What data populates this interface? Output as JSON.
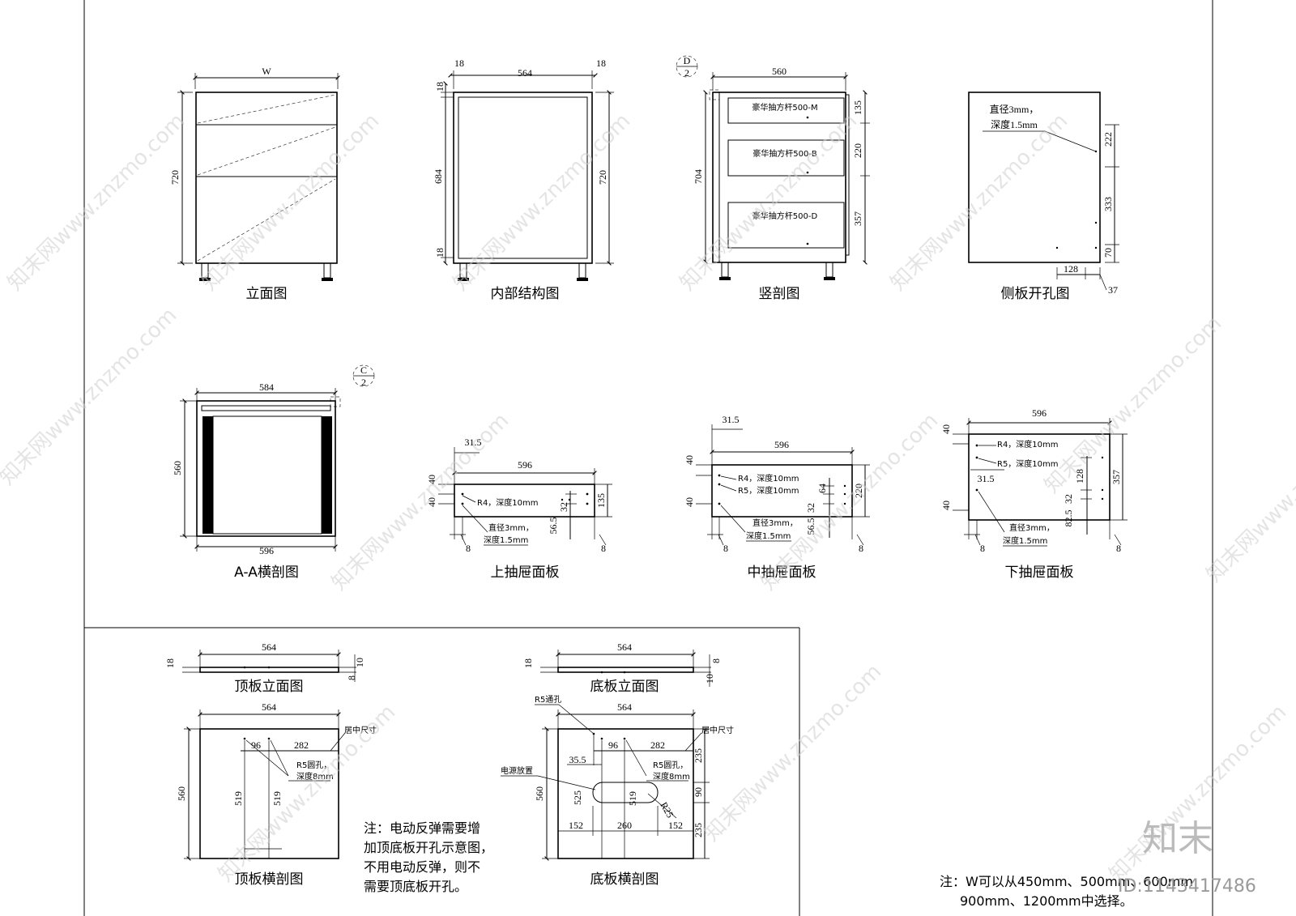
{
  "views": {
    "elevation": {
      "title": "立面图",
      "w": "W",
      "h": "720"
    },
    "internal": {
      "title": "内部结构图",
      "top_left": "18",
      "top_w": "564",
      "top_right": "18",
      "left_top": "18",
      "left_h": "684",
      "left_bot": "18",
      "right_h": "720"
    },
    "vertical": {
      "title": "竖剖图",
      "marker": "D",
      "marker_sub": "2",
      "w": "560",
      "h": "704",
      "rails": [
        "豪华抽方杆500-M",
        "豪华抽方杆500-B",
        "豪华抽方杆500-D"
      ],
      "dims": [
        "135",
        "220",
        "357"
      ]
    },
    "side": {
      "title": "侧板开孔图",
      "note1": "直径3mm，",
      "note2": "深度1.5mm",
      "dims": [
        "222",
        "333",
        "70"
      ],
      "bot_w": "128",
      "bot_r": "37"
    },
    "aa": {
      "title": "A-A横剖图",
      "marker": "C",
      "marker_sub": "2",
      "top": "584",
      "h": "560",
      "bot": "596"
    },
    "upper": {
      "title": "上抽屉面板",
      "offset": "31.5",
      "w": "596",
      "d1": "40",
      "d2": "40",
      "r4": "R4，深度10mm",
      "note1": "直径3mm，",
      "note2": "深度1.5mm",
      "h": "135",
      "v1": "32",
      "v2": "56.5",
      "b1": "8",
      "b2": "8"
    },
    "middle": {
      "title": "中抽屉面板",
      "offset": "31.5",
      "w": "596",
      "d1": "40",
      "d2": "40",
      "r4": "R4，深度10mm",
      "r5": "R5，深度10mm",
      "note1": "直径3mm，",
      "note2": "深度1.5mm",
      "h": "220",
      "v0": "64",
      "v1": "32",
      "v2": "56.5",
      "b1": "8",
      "b2": "8"
    },
    "lower": {
      "title": "下抽屉面板",
      "w": "596",
      "d1": "40",
      "d2": "40",
      "r4": "R4，深度10mm",
      "r5": "R5，深度10mm",
      "offset": "31.5",
      "note1": "直径3mm，",
      "note2": "深度1.5mm",
      "h": "357",
      "v0": "128",
      "v1": "32",
      "v2": "82.5",
      "b1": "8",
      "b2": "8"
    },
    "top_elev": {
      "title": "顶板立面图",
      "w": "564",
      "l": "18",
      "r1": "10",
      "r2": "8"
    },
    "bot_elev": {
      "title": "底板立面图",
      "w": "564",
      "l": "18",
      "r1": "8",
      "r2": "10"
    },
    "top_plan": {
      "title": "顶板横剖图",
      "w": "564",
      "h": "560",
      "c1": "96",
      "c2": "282",
      "center": "居中尺寸",
      "r5a": "R5圆孔，",
      "r5b": "深度8mm",
      "v1": "519",
      "v2": "519"
    },
    "bot_plan": {
      "title": "底板横剖图",
      "r5t": "R5通孔",
      "w": "564",
      "h": "560",
      "c0": "35.5",
      "c1": "96",
      "c2": "282",
      "center": "居中尺寸",
      "r5a": "R5圆孔，",
      "r5b": "深度8mm",
      "power": "电源放置",
      "v1": "525",
      "v2": "519",
      "r25": "R25",
      "b1": "152",
      "b2": "260",
      "b3": "152",
      "rv1": "235",
      "rv2": "90",
      "rv3": "235"
    }
  },
  "notes": {
    "left": [
      "注：电动反弹需要增",
      "加顶底板开孔示意图，",
      "不用电动反弹，则不",
      "需要顶底板开孔。"
    ],
    "right": [
      "注：W可以从450mm、500mm、600mm",
      "900mm、1200mm中选择。"
    ]
  },
  "watermark": {
    "text": "知末网www.znzmo.com",
    "logo": "知末",
    "id": "ID:1143417486"
  }
}
